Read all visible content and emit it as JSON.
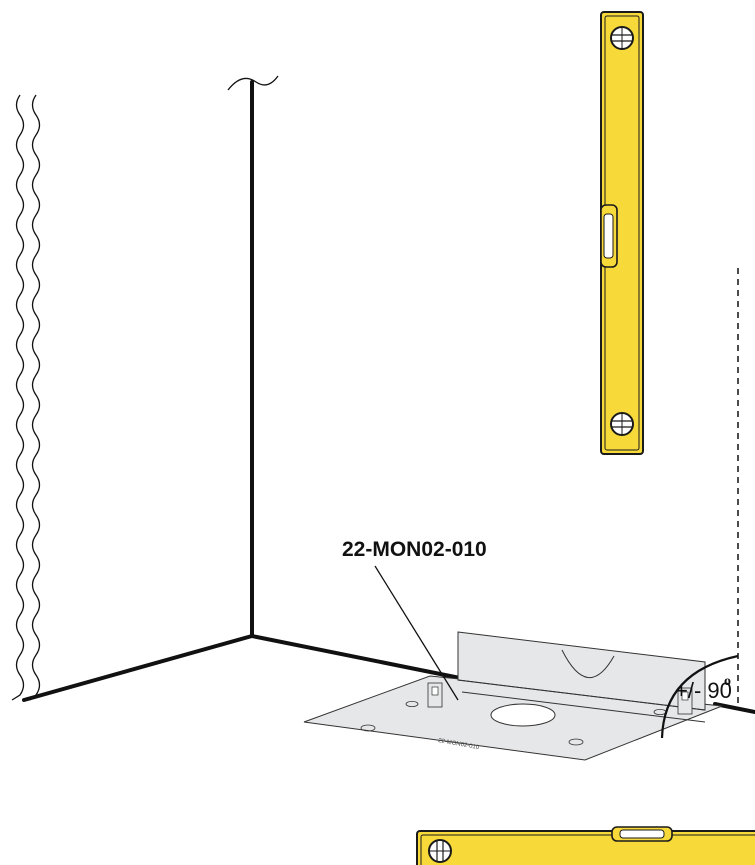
{
  "diagram": {
    "part_number": "22-MON02-010",
    "angle_prefix": "+/- 90",
    "angle_degree_mark": "o",
    "plate_marking": "22-MON02-010"
  },
  "colors": {
    "level_body": "#F7DA3A",
    "level_outline": "#1a1a1a",
    "plate_fill": "#E6E7E8",
    "line": "#111111"
  },
  "icons": [
    "spirit-level-vertical",
    "spirit-level-horizontal",
    "wall-corner",
    "mounting-plate",
    "angle-arc"
  ]
}
